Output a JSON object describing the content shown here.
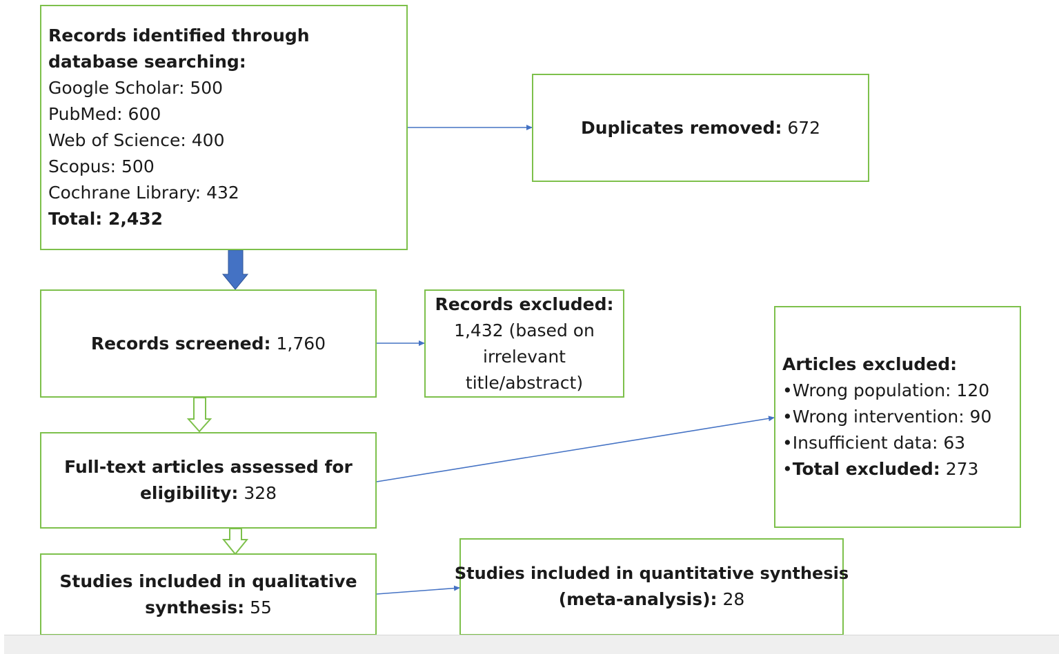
{
  "identification": {
    "heading": "Records identified through database searching:",
    "sources": [
      "Google Scholar: 500",
      "PubMed: 600",
      "Web of Science: 400",
      "Scopus: 500",
      "Cochrane Library: 432"
    ],
    "total_label": "Total: 2,432"
  },
  "duplicates": {
    "label": "Duplicates removed:",
    "value": " 672"
  },
  "screened": {
    "label": "Records screened:",
    "value": " 1,760"
  },
  "records_excluded": {
    "label": "Records excluded:",
    "lines": [
      "1,432 (based on",
      "irrelevant",
      "title/abstract)"
    ]
  },
  "fulltext": {
    "line1": "Full-text articles assessed for",
    "label": "eligibility:",
    "value": " 328"
  },
  "articles_excluded": {
    "heading": "Articles excluded:",
    "reasons": [
      "•Wrong population: 120",
      "•Wrong intervention: 90",
      "•Insufficient data: 63"
    ],
    "total_bullet": "•",
    "total_label": "Total excluded:",
    "total_value": " 273"
  },
  "qualitative": {
    "line1": "Studies included in qualitative",
    "label": "synthesis:",
    "value": " 55"
  },
  "quantitative": {
    "line1": "Studies included in quantitative synthesis",
    "label": "(meta-analysis):",
    "value": " 28"
  },
  "colors": {
    "box_border": "#7dc04b",
    "connector": "#4472c4",
    "block_arrow": "#4472c4",
    "hollow_arrow": "#7dc04b"
  }
}
